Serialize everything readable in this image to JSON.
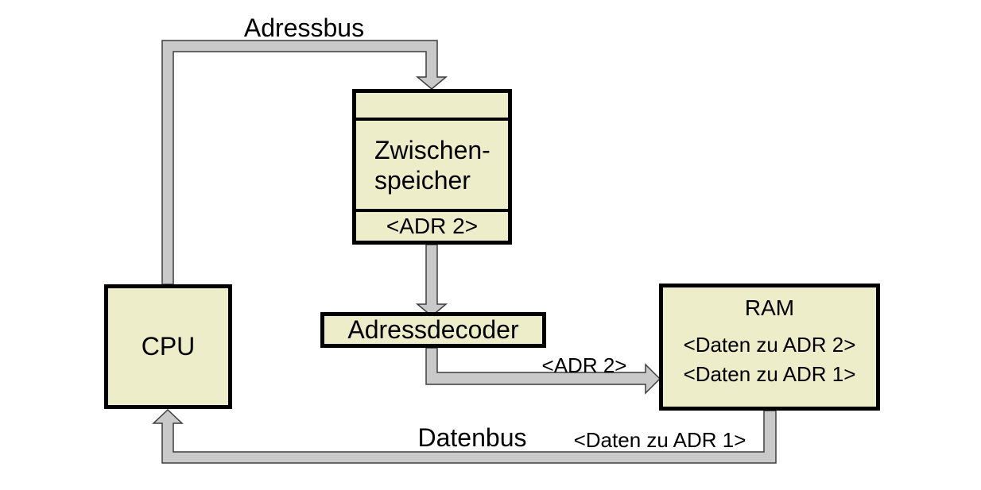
{
  "diagram": {
    "nodes": {
      "cpu": {
        "label": "CPU"
      },
      "buffer": {
        "line1": "Zwischen-",
        "line2": "speicher",
        "slot": "<ADR 2>"
      },
      "decoder": {
        "label": "Adressdecoder"
      },
      "ram": {
        "title": "RAM",
        "rows": [
          "<Daten zu ADR 2>",
          "<Daten zu ADR 1>"
        ]
      }
    },
    "bus_labels": {
      "adressbus": "Adressbus",
      "adr2": "<ADR 2>",
      "datenbus": "Datenbus",
      "daten_adr1": "<Daten zu ADR 1>"
    },
    "colors": {
      "background": "#ffffff",
      "node_fill": "#ededc9",
      "node_border": "#000000",
      "bus_fill": "#c9c9c9",
      "bus_outline": "#3d3d3d",
      "text": "#000000"
    }
  }
}
